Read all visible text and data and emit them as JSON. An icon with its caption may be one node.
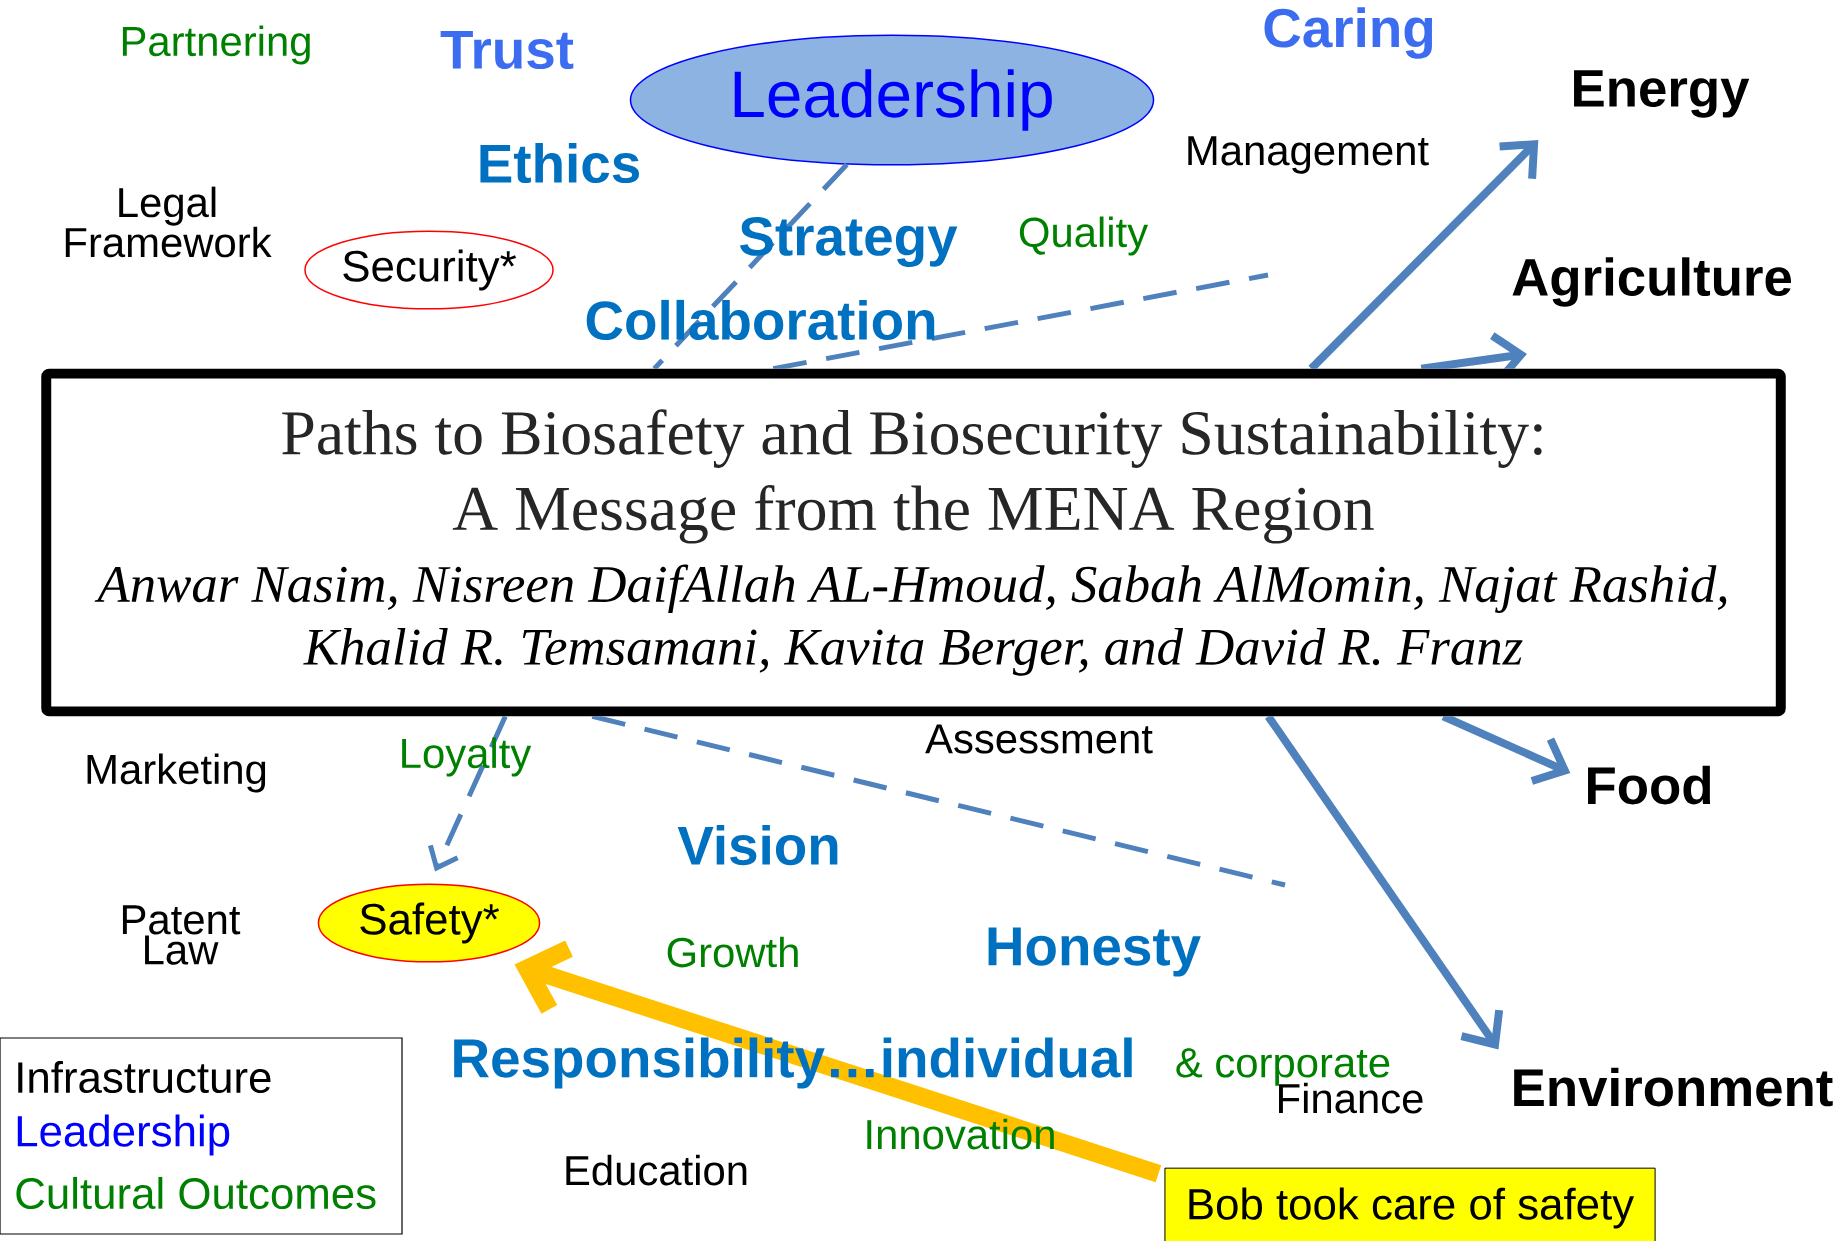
{
  "diagram": {
    "nodes": [
      {
        "text": [
          "Leadership"
        ]
      },
      {
        "text": [
          "Energy"
        ]
      },
      {
        "text": [
          "Security*"
        ]
      },
      {
        "text": [
          "Agriculture"
        ]
      },
      {
        "text": [
          "Paths to Biosafety and Biosecurity Sustainability: A Message from the MENA Region",
          "Anwar Nasim, Nisreen DaifAllah AL-Hmoud, Sabah AlMomin, Najat Rashid, Khalid R. Temsamani, Kavita Berger, and David R. Franz"
        ]
      },
      {
        "text": [
          "Food"
        ]
      },
      {
        "text": [
          "Safety*"
        ]
      },
      {
        "text": [
          "Environment"
        ]
      },
      {
        "text": [
          "Bob took care of safety"
        ]
      }
    ],
    "edges": [
      {
        "from": 4,
        "to": 1,
        "arrow": "to"
      },
      {
        "from": 4,
        "to": 3,
        "arrow": "to"
      },
      {
        "from": 4,
        "to": 5,
        "arrow": "to"
      },
      {
        "from": 4,
        "to": 7,
        "arrow": "to"
      },
      {
        "from": 0,
        "to": 4,
        "arrow": "none",
        "style": "dashed"
      },
      {
        "from": 4,
        "to": 6,
        "arrow": "to",
        "style": "dashed"
      },
      {
        "from": 4,
        "to": null,
        "arrow": "none",
        "style": "dashed"
      },
      {
        "from": 4,
        "to": null,
        "arrow": "none",
        "style": "dashed"
      },
      {
        "from": 8,
        "to": 6,
        "arrow": "to",
        "style": "thick",
        "color": "#ffc000"
      }
    ],
    "labels": [
      "Partnering",
      "Trust",
      "Caring",
      "Ethics",
      "Legal Framework",
      "Management",
      "Strategy",
      "Quality",
      "Collaboration",
      "Loyalty",
      "Marketing",
      "Assessment",
      "Vision",
      "Patent Law",
      "Growth",
      "Honesty",
      "Responsibility…individual",
      "& corporate",
      "Finance",
      "Innovation",
      "Education"
    ],
    "legend": [
      {
        "text": "Infrastructure",
        "color": "#000000"
      },
      {
        "text": "Leadership",
        "color": "#0000ff"
      },
      {
        "text": "Cultural Outcomes",
        "color": "#008000"
      }
    ]
  }
}
